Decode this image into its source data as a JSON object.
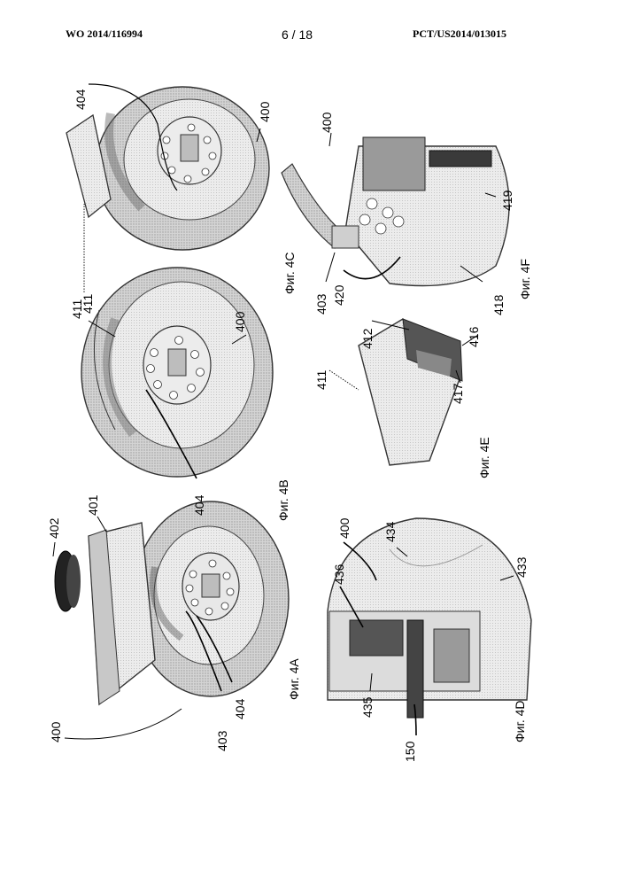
{
  "header": {
    "publication_number": "WO 2014/116994",
    "sheet": "6 / 18",
    "application_number": "PCT/US2014/013015"
  },
  "figures": {
    "fig_4a": {
      "caption": "Фиг. 4А",
      "refs": {
        "r400": "400",
        "r401": "401",
        "r402": "402",
        "r403": "403",
        "r404": "404"
      }
    },
    "fig_4b": {
      "caption": "Фиг. 4В",
      "refs": {
        "r411": "411",
        "r400": "400",
        "r404": "404"
      }
    },
    "fig_4c": {
      "caption": "Фиг. 4С",
      "refs": {
        "r404": "404",
        "r400": "400"
      }
    },
    "fig_4d": {
      "caption": "Фиг. 4D",
      "refs": {
        "r436": "436",
        "r400": "400",
        "r434": "434",
        "r433": "433",
        "r435": "435",
        "r150": "150"
      }
    },
    "fig_4e": {
      "caption": "Фиг. 4Е",
      "refs": {
        "r411": "411",
        "r412": "412",
        "r416": "416",
        "r417": "417"
      }
    },
    "fig_4f": {
      "caption": "Фиг. 4F",
      "refs": {
        "r400": "400",
        "r403": "403",
        "r420": "420",
        "r418": "418",
        "r419": "419"
      }
    }
  }
}
